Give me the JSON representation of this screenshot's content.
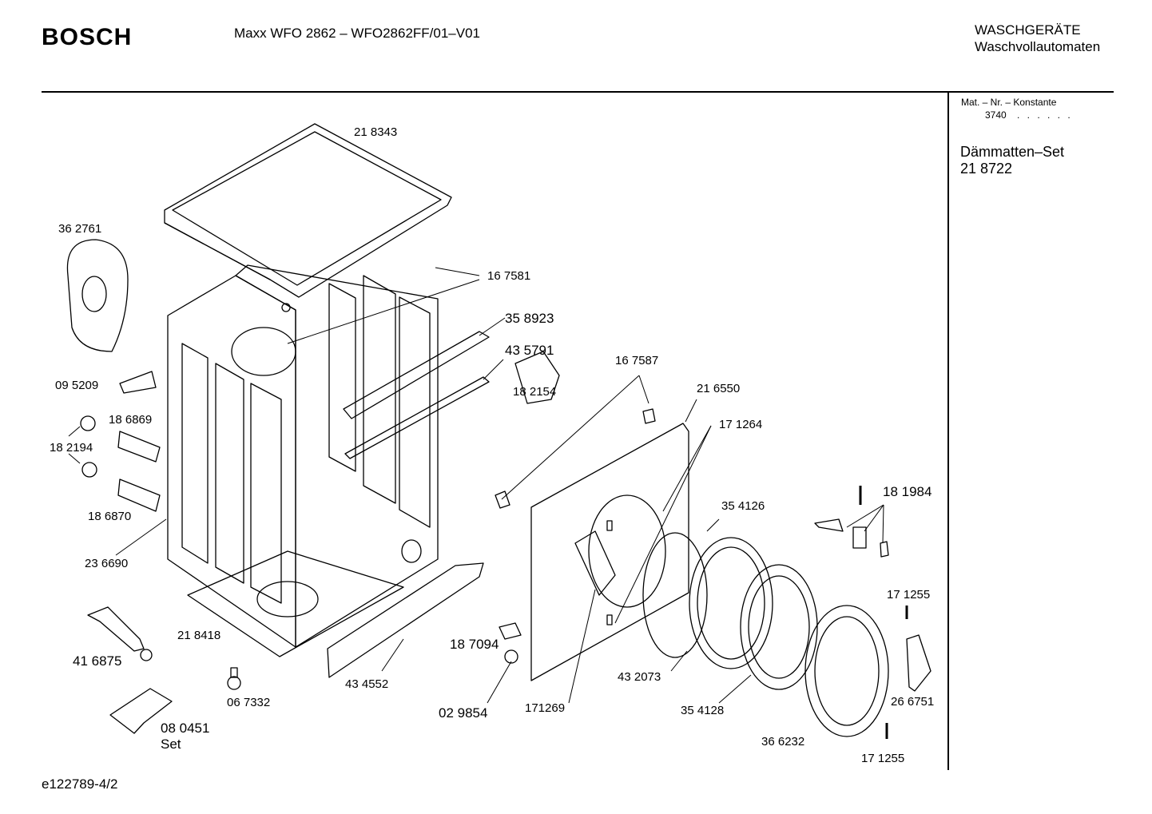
{
  "header": {
    "brand": "BOSCH",
    "model": "Maxx WFO 2862 – WFO2862FF/01–V01",
    "category_line1": "WASCHGERÄTE",
    "category_line2": "Waschvollautomaten"
  },
  "sidebar": {
    "mat_label": "Mat. – Nr. – Konstante",
    "mat_value": "3740",
    "mat_dots": ". .   . . . .",
    "set_label": "Dämmatten–Set",
    "set_number": "21 8722"
  },
  "parts": {
    "p218343": "21 8343",
    "p362761": "36 2761",
    "p167581": "16 7581",
    "p358923": "35 8923",
    "p435791": "43 5791",
    "p095209": "09 5209",
    "p186869": "18 6869",
    "p182194": "18 2194",
    "p186870": "18 6870",
    "p236690": "23 6690",
    "p218418": "21 8418",
    "p416875": "41 6875",
    "p067332": "06 7332",
    "p080451": "08 0451",
    "p080451_set": "Set",
    "p434552": "43 4552",
    "p182154": "18 2154",
    "p167587": "16 7587",
    "p216550": "21 6550",
    "p171264": "17 1264",
    "p354126": "35 4126",
    "p181984": "18 1984",
    "p171255a": "17 1255",
    "p187094": "18 7094",
    "p029854": "02 9854",
    "p171269": "171269",
    "p432073": "43 2073",
    "p354128": "35 4128",
    "p366232": "36 6232",
    "p266751": "26 6751",
    "p171255b": "17 1255"
  },
  "footer": {
    "drawing_id": "e122789-4/2"
  }
}
